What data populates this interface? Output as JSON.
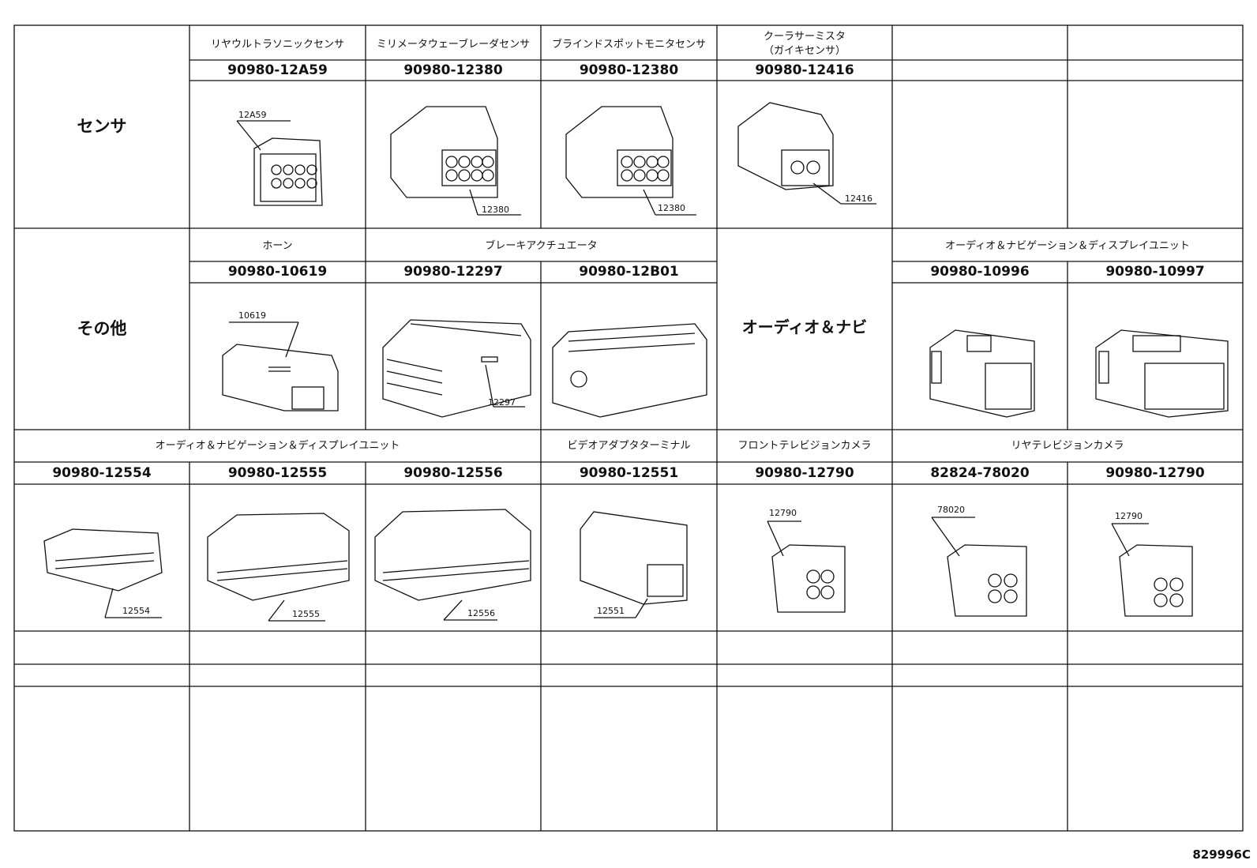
{
  "categories": {
    "sensor": "センサ",
    "other": "その他",
    "audio_nav": "オーディオ＆ナビ"
  },
  "row1": {
    "headers": [
      "リヤウルトラソニックセンサ",
      "ミリメータウェーブレーダセンサ",
      "ブラインドスポットモニタセンサ",
      "クーラサーミスタ\n（ガイキセンサ）"
    ],
    "header4_line1": "クーラサーミスタ",
    "header4_line2": "（ガイキセンサ）",
    "parts": [
      "90980-12A59",
      "90980-12380",
      "90980-12380",
      "90980-12416"
    ],
    "callouts": [
      "12A59",
      "12380",
      "12380",
      "12416"
    ]
  },
  "row2": {
    "headers": [
      "ホーン",
      "ブレーキアクチュエータ",
      "オーディオ＆ナビゲーション＆ディスプレイユニット"
    ],
    "parts": [
      "90980-10619",
      "90980-12297",
      "90980-12B01",
      "90980-10996",
      "90980-10997"
    ],
    "callouts": [
      "10619",
      "12297"
    ]
  },
  "row3": {
    "headers": [
      "オーディオ＆ナビゲーション＆ディスプレイユニット",
      "ビデオアダプタターミナル",
      "フロントテレビジョンカメラ",
      "リヤテレビジョンカメラ"
    ],
    "parts": [
      "90980-12554",
      "90980-12555",
      "90980-12556",
      "90980-12551",
      "90980-12790",
      "82824-78020",
      "90980-12790"
    ],
    "callouts": [
      "12554",
      "12555",
      "12556",
      "12551",
      "12790",
      "78020",
      "12790"
    ]
  },
  "footer_code": "829996C",
  "icons": [
    "connector-icon"
  ]
}
